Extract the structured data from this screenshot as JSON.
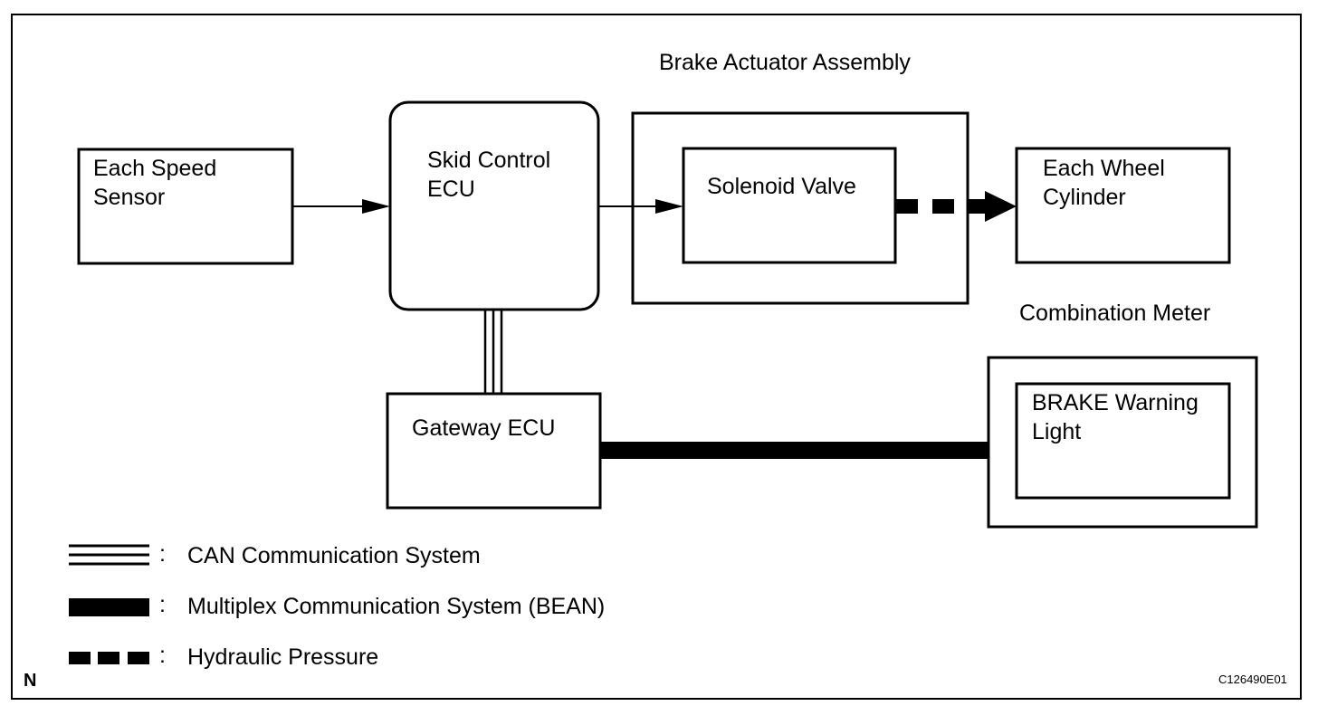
{
  "diagram": {
    "blocks": {
      "speed_sensor": {
        "line1": "Each Speed",
        "line2": "Sensor"
      },
      "skid_ecu": {
        "line1": "Skid Control",
        "line2": "ECU"
      },
      "actuator_assembly": {
        "title": "Brake Actuator Assembly"
      },
      "solenoid_valve": {
        "label": "Solenoid Valve"
      },
      "wheel_cylinder": {
        "line1": "Each Wheel",
        "line2": "Cylinder"
      },
      "gateway_ecu": {
        "label": "Gateway ECU"
      },
      "combination_meter": {
        "title": "Combination Meter"
      },
      "warning_light": {
        "line1": "BRAKE Warning",
        "line2": "Light"
      }
    },
    "legend": [
      {
        "line_type": "can",
        "colon": ":",
        "label": "CAN Communication System"
      },
      {
        "line_type": "bean",
        "colon": ":",
        "label": "Multiplex Communication System (BEAN)"
      },
      {
        "line_type": "hydraulic",
        "colon": ":",
        "label": "Hydraulic Pressure"
      }
    ],
    "corner_mark": "N",
    "figure_code": "C126490E01"
  }
}
